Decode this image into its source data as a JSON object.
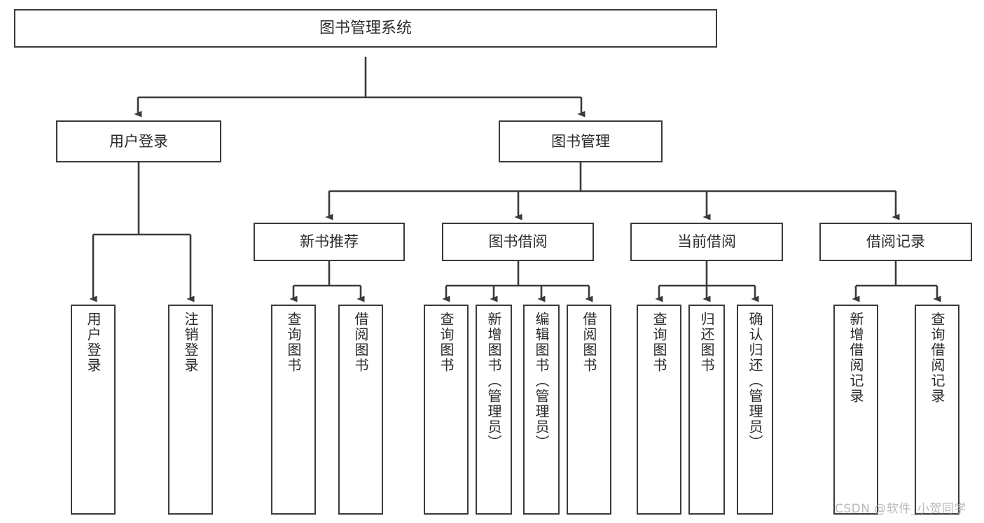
{
  "diagram": {
    "type": "tree",
    "title": "图书管理系统",
    "root": {
      "label": "图书管理系统"
    },
    "level2": [
      {
        "label": "用户登录"
      },
      {
        "label": "图书管理"
      }
    ],
    "level3": [
      {
        "label": "新书推荐"
      },
      {
        "label": "图书借阅"
      },
      {
        "label": "当前借阅"
      },
      {
        "label": "借阅记录"
      }
    ],
    "leaves": {
      "user_login": [
        {
          "label": "用户登录"
        },
        {
          "label": "注销登录"
        }
      ],
      "new_book": [
        {
          "label": "查询图书"
        },
        {
          "label": "借阅图书"
        }
      ],
      "book_borrow": [
        {
          "label": "查询图书"
        },
        {
          "label": "新增图书（管理员）"
        },
        {
          "label": "编辑图书（管理员）"
        },
        {
          "label": "借阅图书"
        }
      ],
      "current_borrow": [
        {
          "label": "查询图书"
        },
        {
          "label": "归还图书"
        },
        {
          "label": "确认归还（管理员）"
        }
      ],
      "borrow_record": [
        {
          "label": "新增借阅记录"
        },
        {
          "label": "查询借阅记录"
        }
      ]
    }
  },
  "watermark": {
    "text": "CSDN @软件_小贺同学"
  },
  "colors": {
    "border": "#3b3b3b",
    "text": "#2b2b2b",
    "background": "#ffffff",
    "watermark": "#b9b9b9"
  }
}
